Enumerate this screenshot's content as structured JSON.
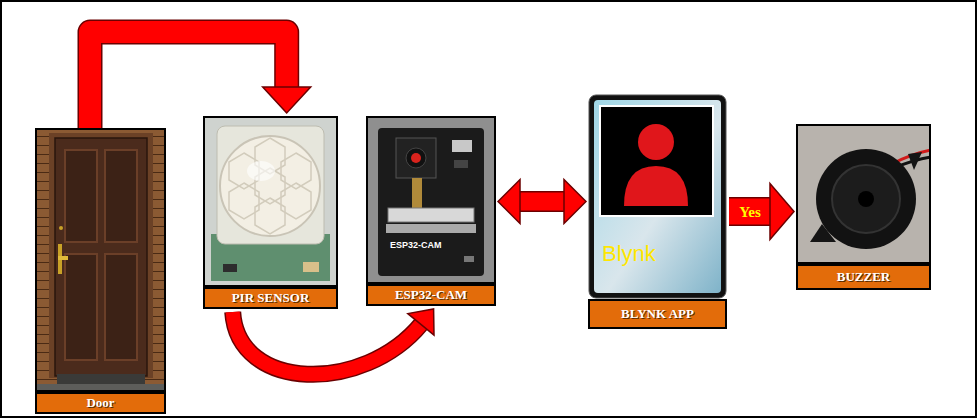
{
  "diagram": {
    "nodes": [
      {
        "text": [
          "Door"
        ]
      },
      {
        "text": [
          "PIR SENSOR"
        ]
      },
      {
        "text": [
          "ESP32-CAM"
        ]
      },
      {
        "text": [
          "BLYNK APP"
        ]
      },
      {
        "text": [
          "BUZZER"
        ]
      }
    ],
    "edges": [
      {
        "from": 0,
        "to": 1,
        "arrow": "to"
      },
      {
        "from": 1,
        "to": 2,
        "arrow": "to"
      },
      {
        "from": 2,
        "to": 3,
        "arrow": "both"
      },
      {
        "from": 3,
        "to": 4,
        "label": "Yes",
        "arrow": "to"
      }
    ],
    "labels": [
      "ESP32-CAM",
      "Blynk"
    ]
  }
}
